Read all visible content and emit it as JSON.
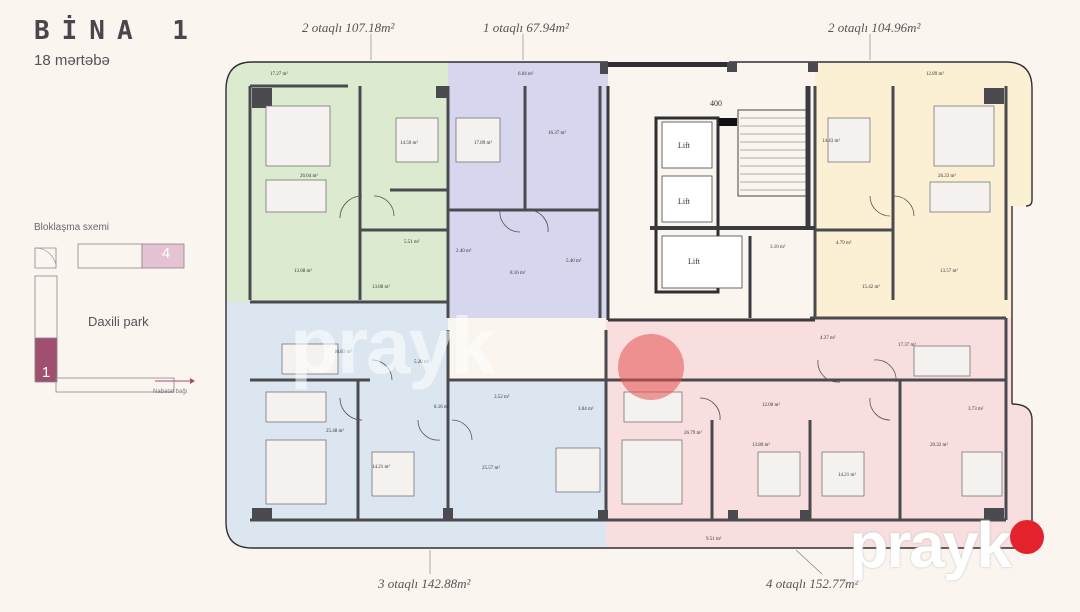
{
  "header": {
    "title": "BİNA 1",
    "floor": "18 mərtəbə"
  },
  "legend": {
    "title": "Bloklaşma sxemi",
    "block_highlight": "4",
    "block_selected": "1",
    "park_label": "Daxili park",
    "nabatat_label": "Nabatat bağı"
  },
  "apartments": {
    "top_left": "2 otaqlı 107.18m²",
    "top_mid": "1 otaqlı 67.94m²",
    "top_right": "2 otaqlı 104.96m²",
    "bottom_left": "3 otaqlı 142.88m²",
    "bottom_right": "4 otaqlı 152.77m²"
  },
  "core": {
    "lift_1": "Lift",
    "lift_2": "Lift",
    "lift_3": "Lift",
    "dim": "400"
  },
  "rooms": {
    "g1": "17.27 m²",
    "g2": "14.50 m²",
    "g3": "26.04 m²",
    "g4": "5.51 m²",
    "g5": "2.40 m²",
    "g6": "13.68 m²",
    "g7": "13.88 m²",
    "p1": "6.04 m²",
    "p2": "17.89 m²",
    "p3": "16.37 m²",
    "p4": "8.16 m²",
    "p5": "5.40 m²",
    "y1": "12.89 m²",
    "y2": "14.43 m²",
    "y3": "26.23 m²",
    "y4": "3.10 m²",
    "y5": "4.79 m²",
    "y6": "13.57 m²",
    "y7": "15.42 m²",
    "b1": "16.83 m²",
    "b2": "5.20 m²",
    "b3": "8.16 m²",
    "b4": "3.52 m²",
    "b5": "3.04 m²",
    "b6": "25.48 m²",
    "b7": "14.21 m²",
    "b8": "25.57 m²",
    "r1": "4.37 m²",
    "r2": "17.37 m²",
    "r3": "12.00 m²",
    "r4": "3.73 m²",
    "r5": "26.79 m²",
    "r6": "13.80 m²",
    "r7": "14.21 m²",
    "r8": "20.32 m²",
    "r9": "9.51 m²"
  },
  "watermark": "prayk",
  "colors": {
    "green": "#dcebcf",
    "purple": "#d6d6ef",
    "yellow": "#fbf0d4",
    "blue": "#dce6f1",
    "pink": "#f8dede",
    "block_selected": "#a0506e",
    "block_highlight": "#e6c3d3"
  }
}
